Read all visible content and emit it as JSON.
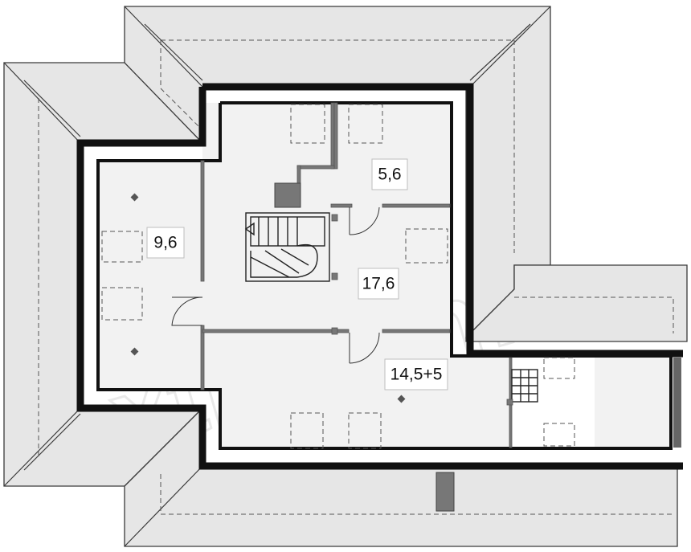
{
  "rooms": [
    {
      "id": "attic-left",
      "area": "9,6"
    },
    {
      "id": "bedroom-top-right",
      "area": "5,6"
    },
    {
      "id": "hall",
      "area": "17,6"
    },
    {
      "id": "bedroom-bottom",
      "area": "14,5+5"
    }
  ],
  "watermark": "extradom",
  "colors": {
    "roof": "#e6e6e6",
    "wall": "#111111",
    "floor": "#f2f2f2",
    "chimney": "#777777"
  }
}
